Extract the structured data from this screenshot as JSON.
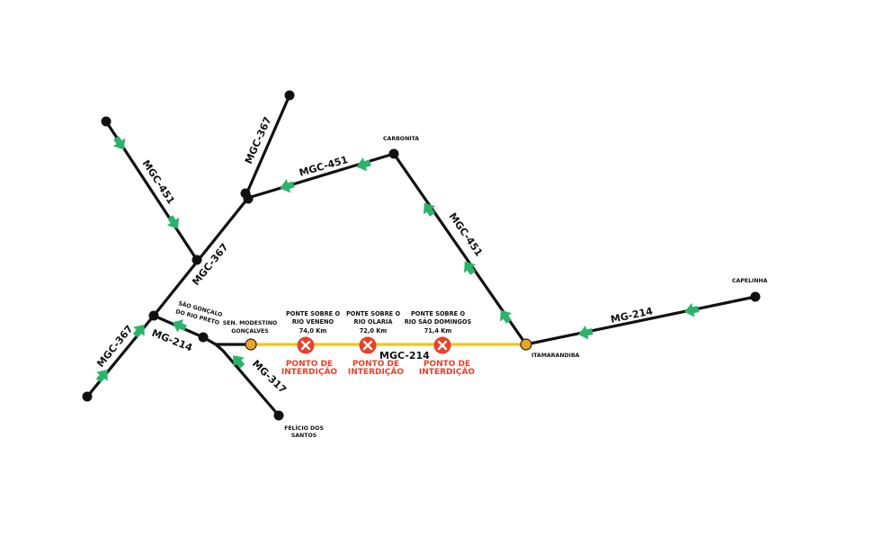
{
  "colors": {
    "road": "#111111",
    "closed_road": "#f5c21b",
    "arrow": "#2bb36a",
    "closure": "#e8402a",
    "town": "#e8a42a"
  },
  "roads": {
    "mgc451_west": "MGC-451",
    "mgc451_north": "MGC-451",
    "mgc451_east": "MGC-451",
    "mgc367_north": "MGC-367",
    "mgc367_mid": "MGC-367",
    "mgc367_south": "MGC-367",
    "mg214_west": "MG-214",
    "mg214_east": "MG-214",
    "mgc214": "MGC-214",
    "mg317": "MG-317"
  },
  "places": {
    "carbonita": "CARBONITA",
    "capelinha": "CAPELINHA",
    "itamarandiba": "ITAMARANDIBA",
    "sao_goncalo": [
      "SÃO GONÇALO",
      "DO RIO PRETO"
    ],
    "sen_modestino": [
      "SEN. MODESTINO",
      "GONÇALVES"
    ],
    "felicio": [
      "FELÍCIO DOS",
      "SANTOS"
    ]
  },
  "closures": [
    {
      "lines": [
        "PONTE SOBRE O",
        "RIO VENENO",
        "74,0 Km"
      ],
      "status": [
        "PONTO DE",
        "INTERDIÇÃO"
      ]
    },
    {
      "lines": [
        "PONTE SOBRE O",
        "RIO OLARIA",
        "72,0 Km"
      ],
      "status": [
        "PONTO DE",
        "INTERDIÇÃO"
      ]
    },
    {
      "lines": [
        "PONTE SOBRE O",
        "RIO SÃO DOMINGOS",
        "71,4 Km"
      ],
      "status": [
        "PONTO DE",
        "INTERDIÇÃO"
      ]
    }
  ],
  "icons": {
    "closure": "x-circle-icon",
    "direction": "arrow-icon"
  }
}
